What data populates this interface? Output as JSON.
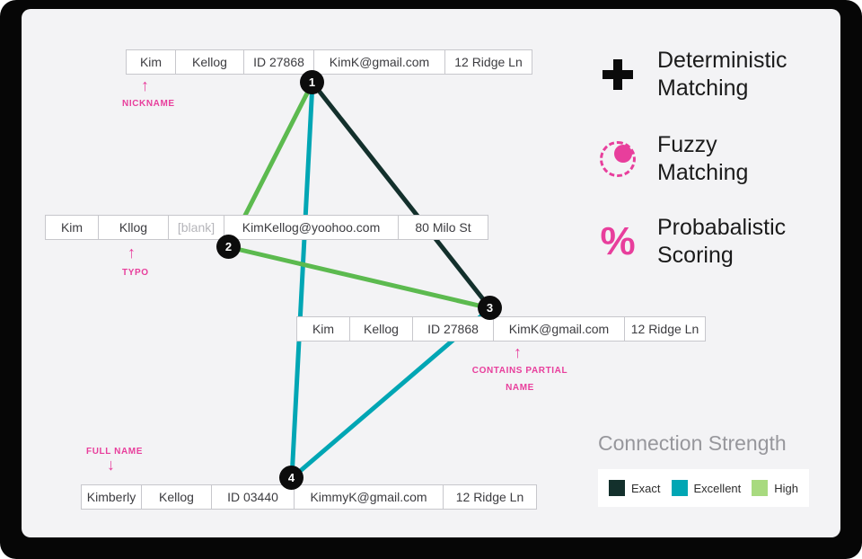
{
  "diagram": {
    "tables": [
      {
        "id": "record-1",
        "cells": [
          "Kim",
          "Kellog",
          "ID 27868",
          "KimK@gmail.com",
          "12 Ridge Ln"
        ]
      },
      {
        "id": "record-2",
        "cells": [
          "Kim",
          "Kllog",
          "[blank]",
          "KimKellog@yoohoo.com",
          "80 Milo St"
        ]
      },
      {
        "id": "record-3",
        "cells": [
          "Kim",
          "Kellog",
          "ID 27868",
          "KimK@gmail.com",
          "12 Ridge Ln"
        ]
      },
      {
        "id": "record-4",
        "cells": [
          "Kimberly",
          "Kellog",
          "ID 03440",
          "KimmyK@gmail.com",
          "12 Ridge Ln"
        ]
      }
    ],
    "nodes": [
      {
        "label": "1"
      },
      {
        "label": "2"
      },
      {
        "label": "3"
      },
      {
        "label": "4"
      }
    ],
    "edges": [
      {
        "from": "1",
        "to": "2",
        "strength": "High",
        "color": "#5cba4f"
      },
      {
        "from": "1",
        "to": "3",
        "strength": "Exact",
        "color": "#13302c"
      },
      {
        "from": "1",
        "to": "4",
        "strength": "Excellent",
        "color": "#00a6b4"
      },
      {
        "from": "2",
        "to": "3",
        "strength": "High",
        "color": "#5cba4f"
      },
      {
        "from": "3",
        "to": "4",
        "strength": "Excellent",
        "color": "#00a6b4"
      }
    ],
    "annotations": {
      "nickname": "NICKNAME",
      "typo": "TYPO",
      "contains_partial": "CONTAINS PARTIAL NAME",
      "full_name": "FULL NAME"
    }
  },
  "matching_methods": [
    {
      "icon": "plus-icon",
      "lines": [
        "Deterministic",
        "Matching"
      ]
    },
    {
      "icon": "fuzzy-matching-icon",
      "lines": [
        "Fuzzy",
        "Matching"
      ]
    },
    {
      "icon": "percent-icon",
      "lines": [
        "Probabalistic",
        "Scoring"
      ]
    }
  ],
  "legend": {
    "title": "Connection Strength",
    "items": [
      {
        "label": "Exact",
        "color": "#13302c"
      },
      {
        "label": "Excellent",
        "color": "#00a6b4"
      },
      {
        "label": "High",
        "color": "#a8da7f"
      }
    ]
  },
  "icons": {
    "arrow_up": "↑",
    "arrow_down": "↓",
    "percent": "%"
  },
  "colors": {
    "accent_pink": "#e83e9c",
    "panel_bg": "#f3f3f5",
    "frame_bg": "#060606"
  }
}
